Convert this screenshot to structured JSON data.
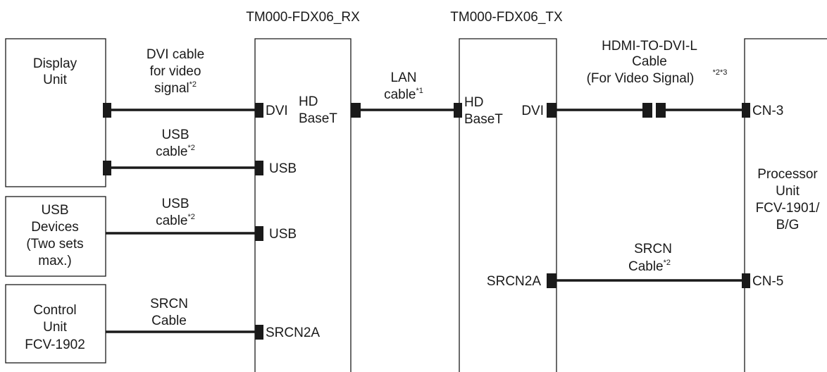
{
  "devices": {
    "rx": {
      "name": "TM000-FDX06_RX"
    },
    "tx": {
      "name": "TM000-FDX06_TX"
    },
    "display_unit": {
      "lines": [
        "Display",
        "Unit"
      ]
    },
    "usb_devices": {
      "lines": [
        "USB",
        "Devices",
        "(Two sets",
        "max.)"
      ]
    },
    "control_unit": {
      "lines": [
        "Control",
        "Unit",
        "FCV-1902"
      ]
    },
    "processor_unit": {
      "lines": [
        "Processor",
        "Unit",
        "FCV-1901/",
        "B/G"
      ]
    }
  },
  "cables": {
    "dvi_video": {
      "lines": [
        "DVI cable",
        "for video",
        "signal"
      ],
      "note": "*2"
    },
    "usb_display": {
      "lines": [
        "USB",
        "cable"
      ],
      "note": "*2"
    },
    "usb_devices": {
      "lines": [
        "USB",
        "cable"
      ],
      "note": "*2"
    },
    "srcn_control": {
      "lines": [
        "SRCN",
        "Cable"
      ]
    },
    "lan": {
      "lines": [
        "LAN",
        "cable"
      ],
      "note": "*1"
    },
    "hdmi_dvi": {
      "lines": [
        "HDMI-TO-DVI-L",
        "Cable",
        "(For Video Signal)"
      ],
      "note": "*2*3"
    },
    "srcn_processor": {
      "lines": [
        "SRCN",
        "Cable"
      ],
      "note": "*2"
    }
  },
  "ports": {
    "rx_dvi": "DVI",
    "rx_hdbaset": [
      "HD",
      "BaseT"
    ],
    "rx_usb_1": "USB",
    "rx_usb_2": "USB",
    "rx_srcn": "SRCN2A",
    "tx_hdbaset": [
      "HD",
      "BaseT"
    ],
    "tx_dvi": "DVI",
    "tx_srcn": "SRCN2A",
    "proc_cn3": "CN-3",
    "proc_cn5": "CN-5"
  }
}
